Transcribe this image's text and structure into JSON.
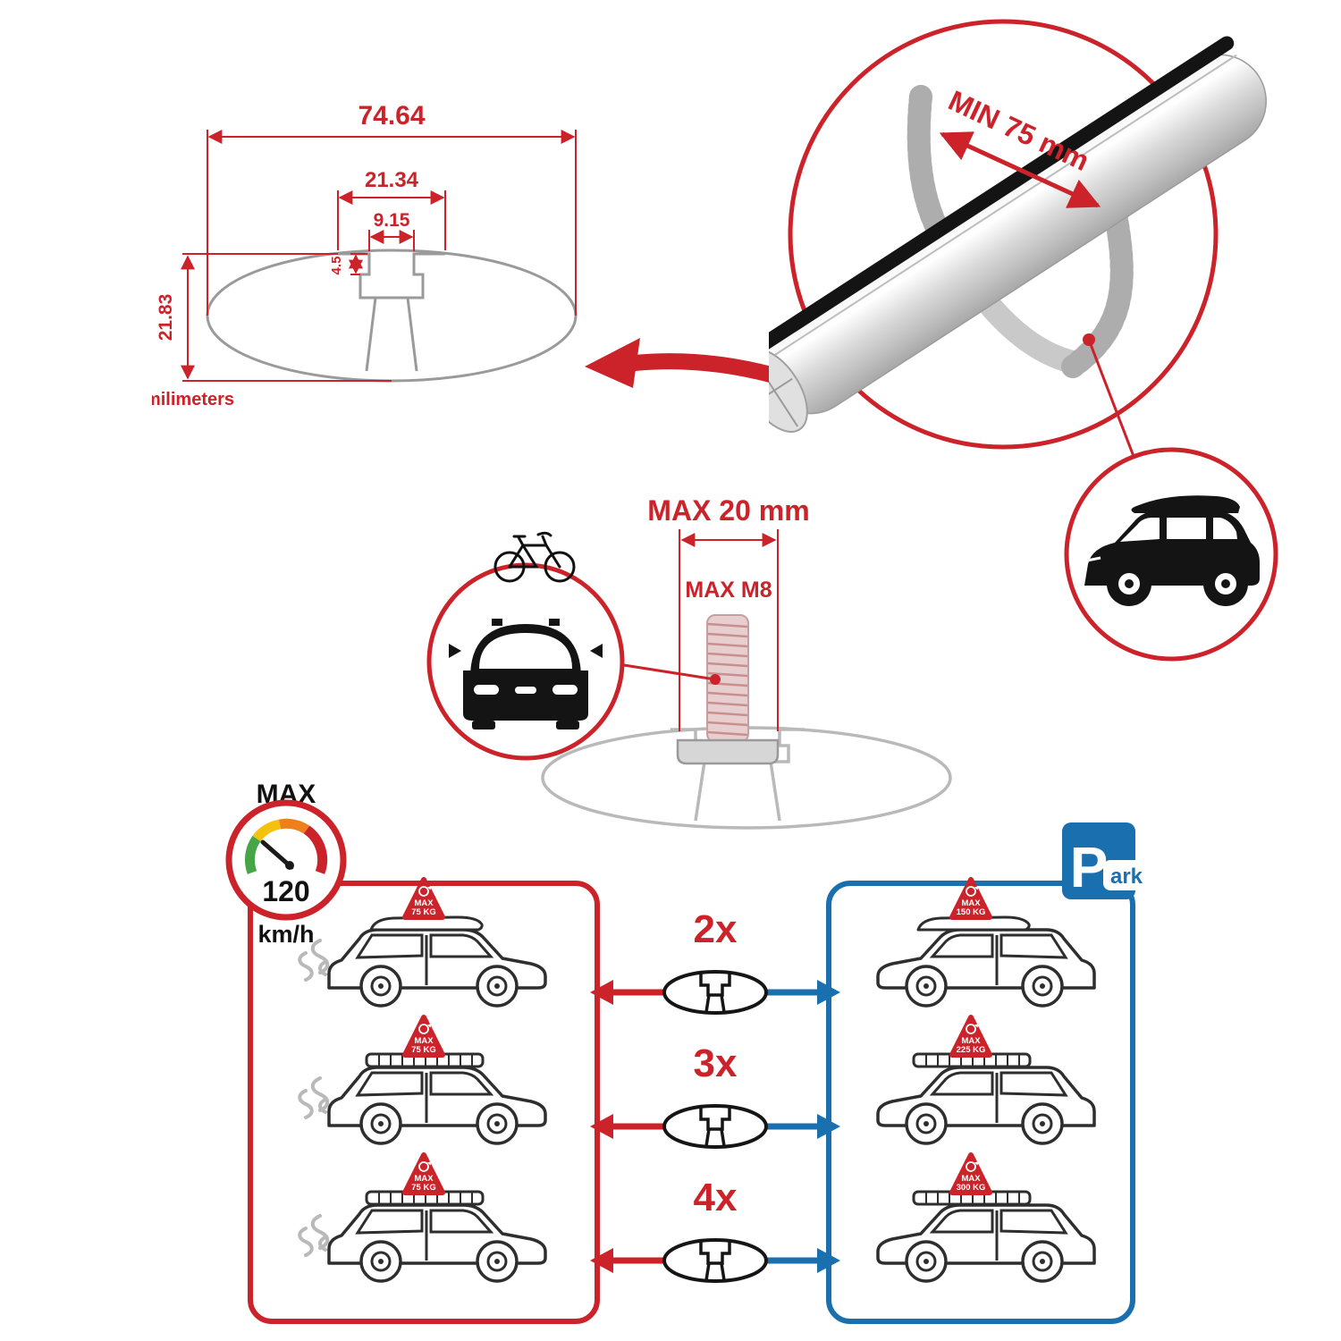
{
  "colors": {
    "accent_red": "#cc2229",
    "accent_blue": "#1a6faf"
  },
  "profile_drawing": {
    "dim_width": "74.64",
    "dim_outer_slot": "21.34",
    "dim_inner_slot": "9.15",
    "dim_lip": "4.5",
    "dim_height": "21.83",
    "unit_label": "milimeters"
  },
  "bar_detail": {
    "min_span_label": "MIN 75 mm"
  },
  "bolt_detail": {
    "max_width_label": "MAX 20 mm",
    "max_thread_label": "MAX M8"
  },
  "speed_limit": {
    "title": "MAX",
    "value": "120",
    "unit": "km/h"
  },
  "parking_sign": {
    "letter": "P",
    "suffix": "ark"
  },
  "comparison": {
    "left_cars": [
      {
        "tag_title": "MAX",
        "tag_weight": "75 KG"
      },
      {
        "tag_title": "MAX",
        "tag_weight": "75 KG"
      },
      {
        "tag_title": "MAX",
        "tag_weight": "75 KG"
      }
    ],
    "middle_counts": [
      {
        "count": "2x"
      },
      {
        "count": "3x"
      },
      {
        "count": "4x"
      }
    ],
    "right_cars": [
      {
        "tag_title": "MAX",
        "tag_weight": "150 KG"
      },
      {
        "tag_title": "MAX",
        "tag_weight": "225 KG"
      },
      {
        "tag_title": "MAX",
        "tag_weight": "300 KG"
      }
    ]
  }
}
